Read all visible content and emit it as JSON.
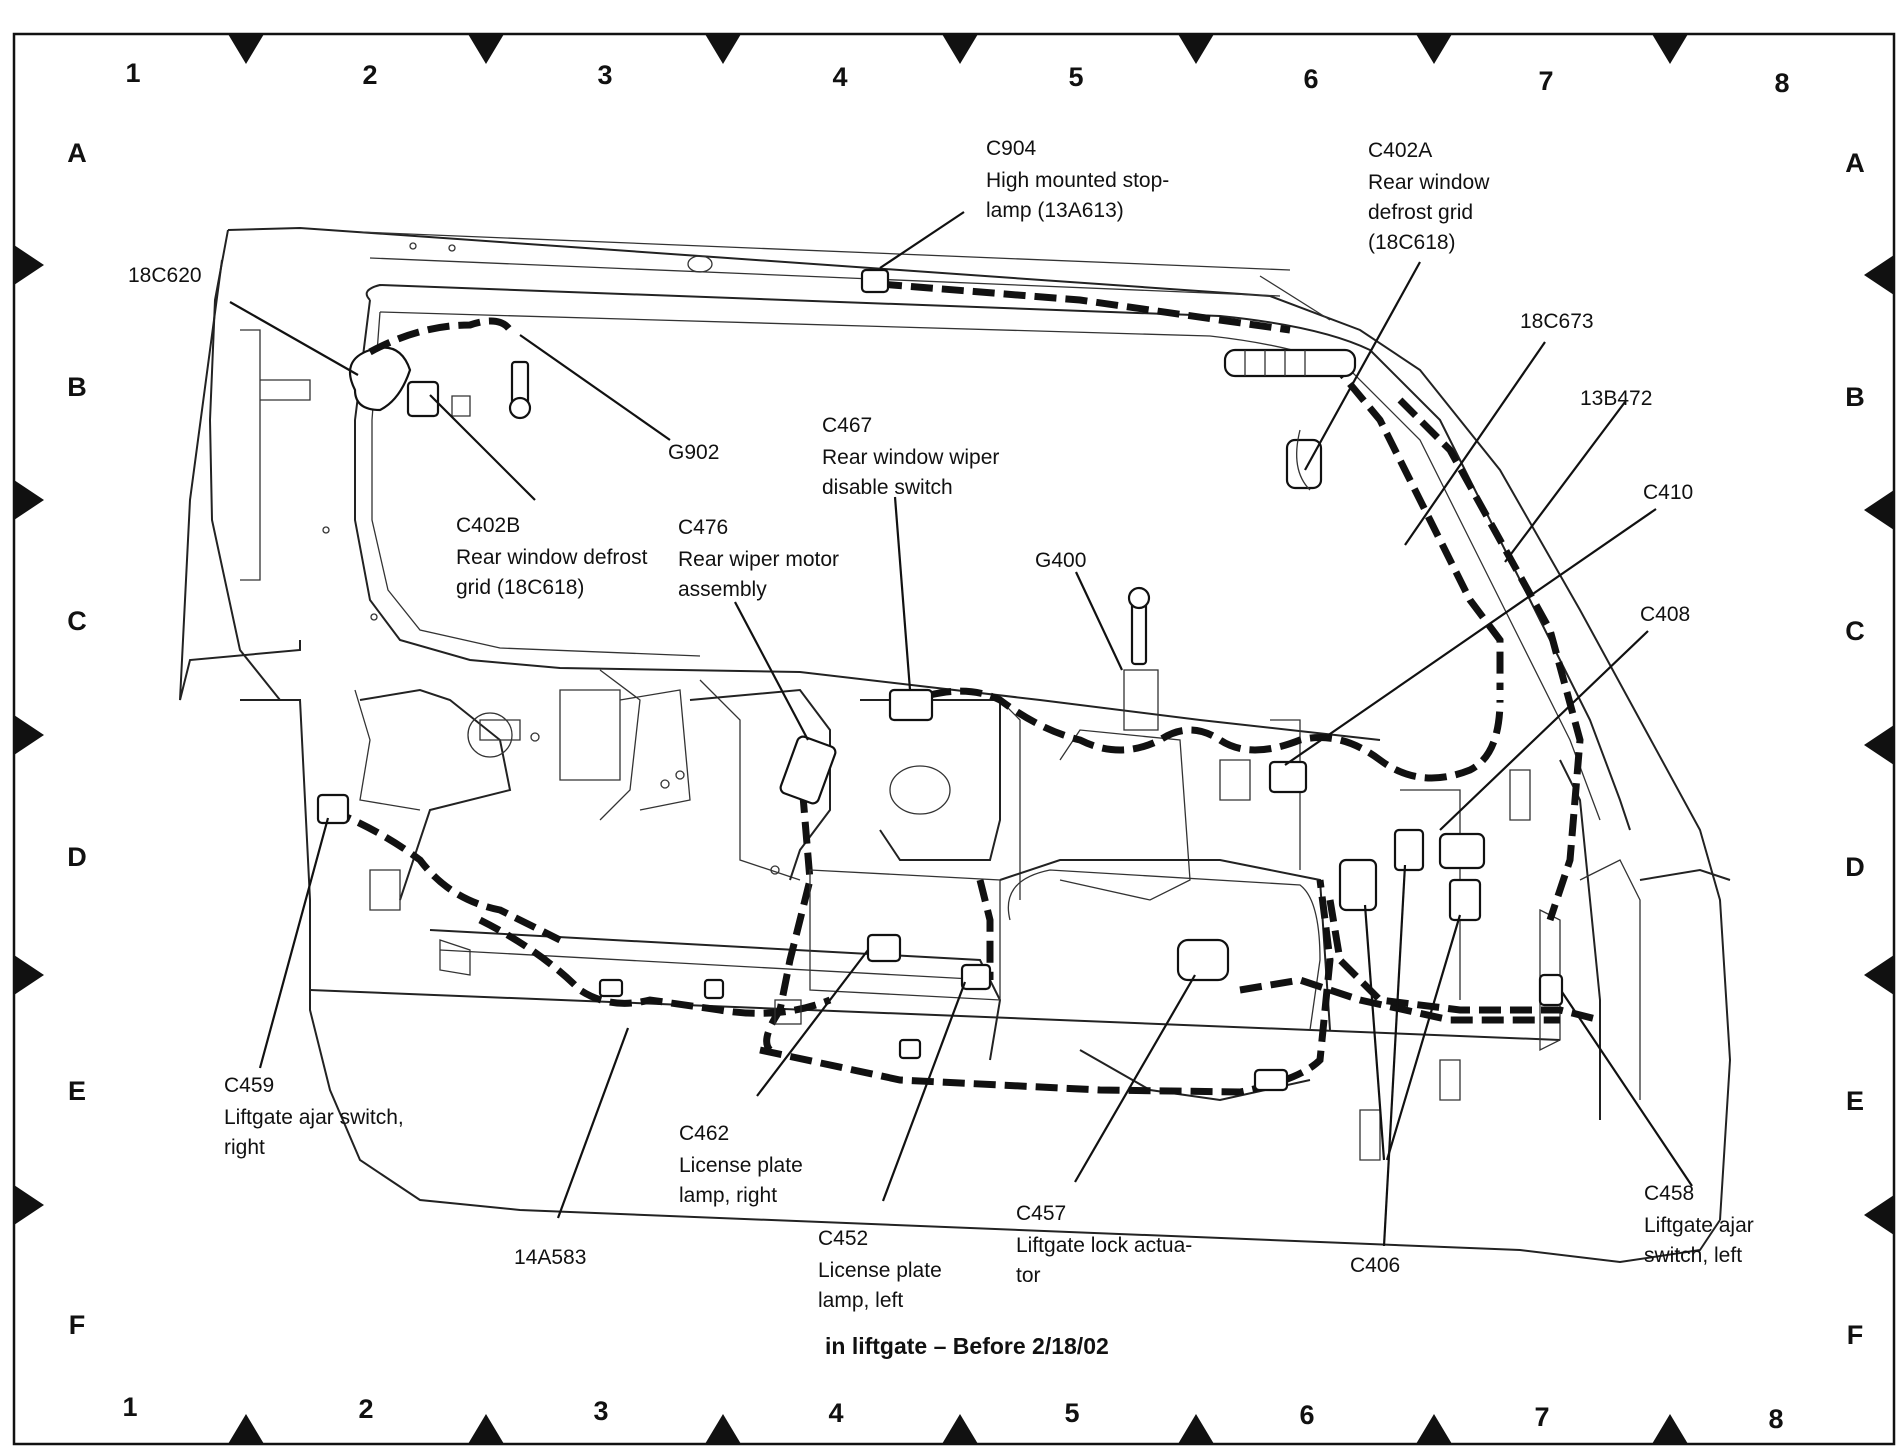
{
  "caption": "in liftgate – Before 2/18/02",
  "grid": {
    "columns": [
      "1",
      "2",
      "3",
      "4",
      "5",
      "6",
      "7",
      "8"
    ],
    "rows": [
      "A",
      "B",
      "C",
      "D",
      "E",
      "F"
    ]
  },
  "components": {
    "c904": {
      "code": "C904",
      "line1": "High mounted stop-",
      "line2": "lamp (13A613)"
    },
    "c402a": {
      "code": "C402A",
      "line1": "Rear window",
      "line2": "defrost grid",
      "line3": "(18C618)"
    },
    "n18c620": {
      "code": "18C620"
    },
    "n18c673": {
      "code": "18C673"
    },
    "n13b472": {
      "code": "13B472"
    },
    "g902": {
      "code": "G902"
    },
    "c467": {
      "code": "C467",
      "line1": "Rear window wiper",
      "line2": "disable switch"
    },
    "c402b": {
      "code": "C402B",
      "line1": "Rear window defrost",
      "line2": "grid (18C618)"
    },
    "c476": {
      "code": "C476",
      "line1": "Rear wiper motor",
      "line2": "assembly"
    },
    "g400": {
      "code": "G400"
    },
    "c410": {
      "code": "C410"
    },
    "c408": {
      "code": "C408"
    },
    "c459": {
      "code": "C459",
      "line1": "Liftgate ajar switch,",
      "line2": "right"
    },
    "c462": {
      "code": "C462",
      "line1": "License plate",
      "line2": "lamp, right"
    },
    "n14a583": {
      "code": "14A583"
    },
    "c452": {
      "code": "C452",
      "line1": "License plate",
      "line2": "lamp, left"
    },
    "c457": {
      "code": "C457",
      "line1": "Liftgate lock actua-",
      "line2": "tor"
    },
    "c406": {
      "code": "C406"
    },
    "c458": {
      "code": "C458",
      "line1": "Liftgate ajar",
      "line2": "switch, left"
    }
  }
}
